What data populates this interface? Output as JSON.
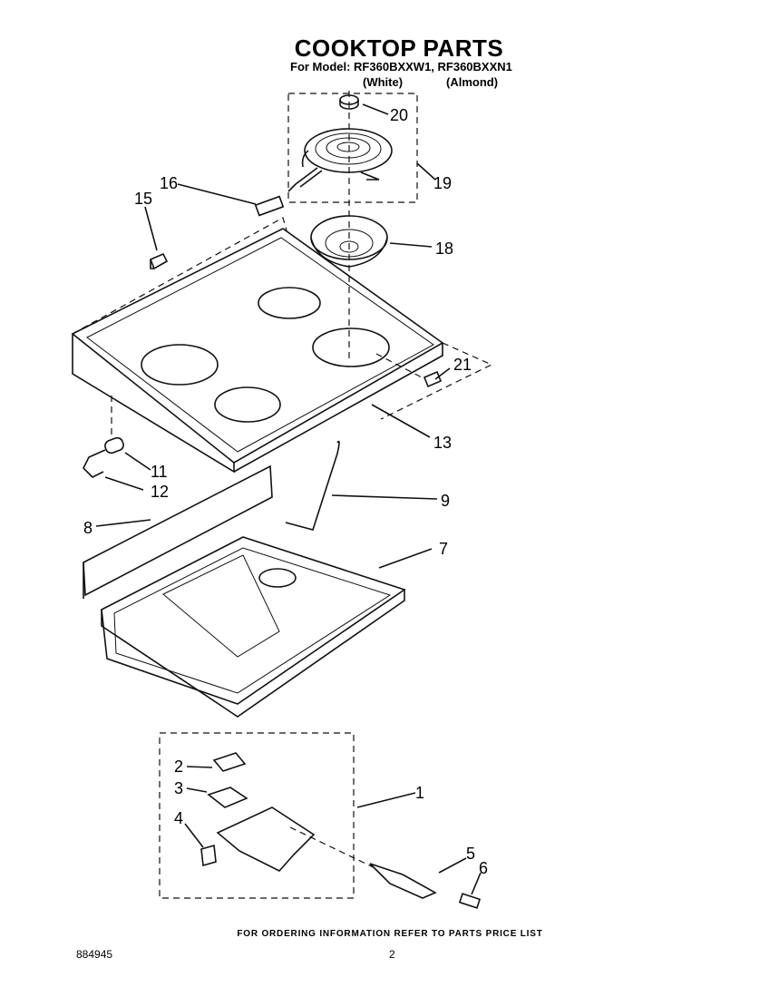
{
  "header": {
    "title": "COOKTOP PARTS",
    "model_line": "For Model: RF360BXXW1, RF360BXXN1",
    "color_white": "(White)",
    "color_almond": "(Almond)"
  },
  "callouts": [
    "1",
    "2",
    "3",
    "4",
    "5",
    "6",
    "7",
    "8",
    "9",
    "11",
    "12",
    "13",
    "15",
    "16",
    "18",
    "19",
    "20",
    "21"
  ],
  "footer": {
    "ordering_note": "FOR ORDERING INFORMATION REFER TO PARTS PRICE LIST",
    "doc_number": "884945",
    "page_number": "2"
  }
}
